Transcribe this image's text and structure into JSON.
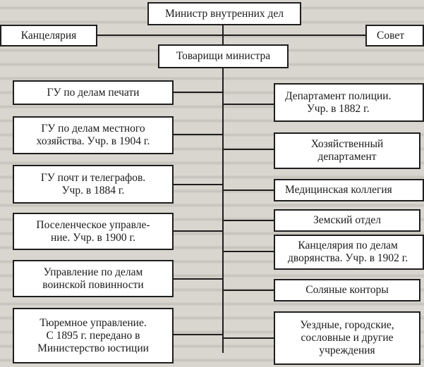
{
  "diagram": {
    "top": "Министр внутренних дел",
    "chancellery": "Канцелярия",
    "council": "Совет",
    "deputies": "Товарищи министра",
    "left_column": [
      "ГУ по делам печати",
      "ГУ по делам местного\nхозяйства. Учр. в 1904 г.",
      "ГУ почт и телеграфов.\nУчр. в 1884 г.",
      "Поселенческое управле-\nние. Учр. в 1900 г.",
      "Управление по делам\nвоинской повинности",
      "Тюремное управление.\nС 1895 г. передано в\nМинистерство юстиции"
    ],
    "right_column": [
      "Департамент полиции.\nУчр. в 1882 г.",
      "Хозяйственный\nдепартамент",
      "Медицинская коллегия",
      "Земский отдел",
      "Канцелярия по делам\nдворянства. Учр. в 1902 г.",
      "Соляные конторы",
      "Уездные, городские,\nсословные и другие\nучреждения"
    ]
  }
}
